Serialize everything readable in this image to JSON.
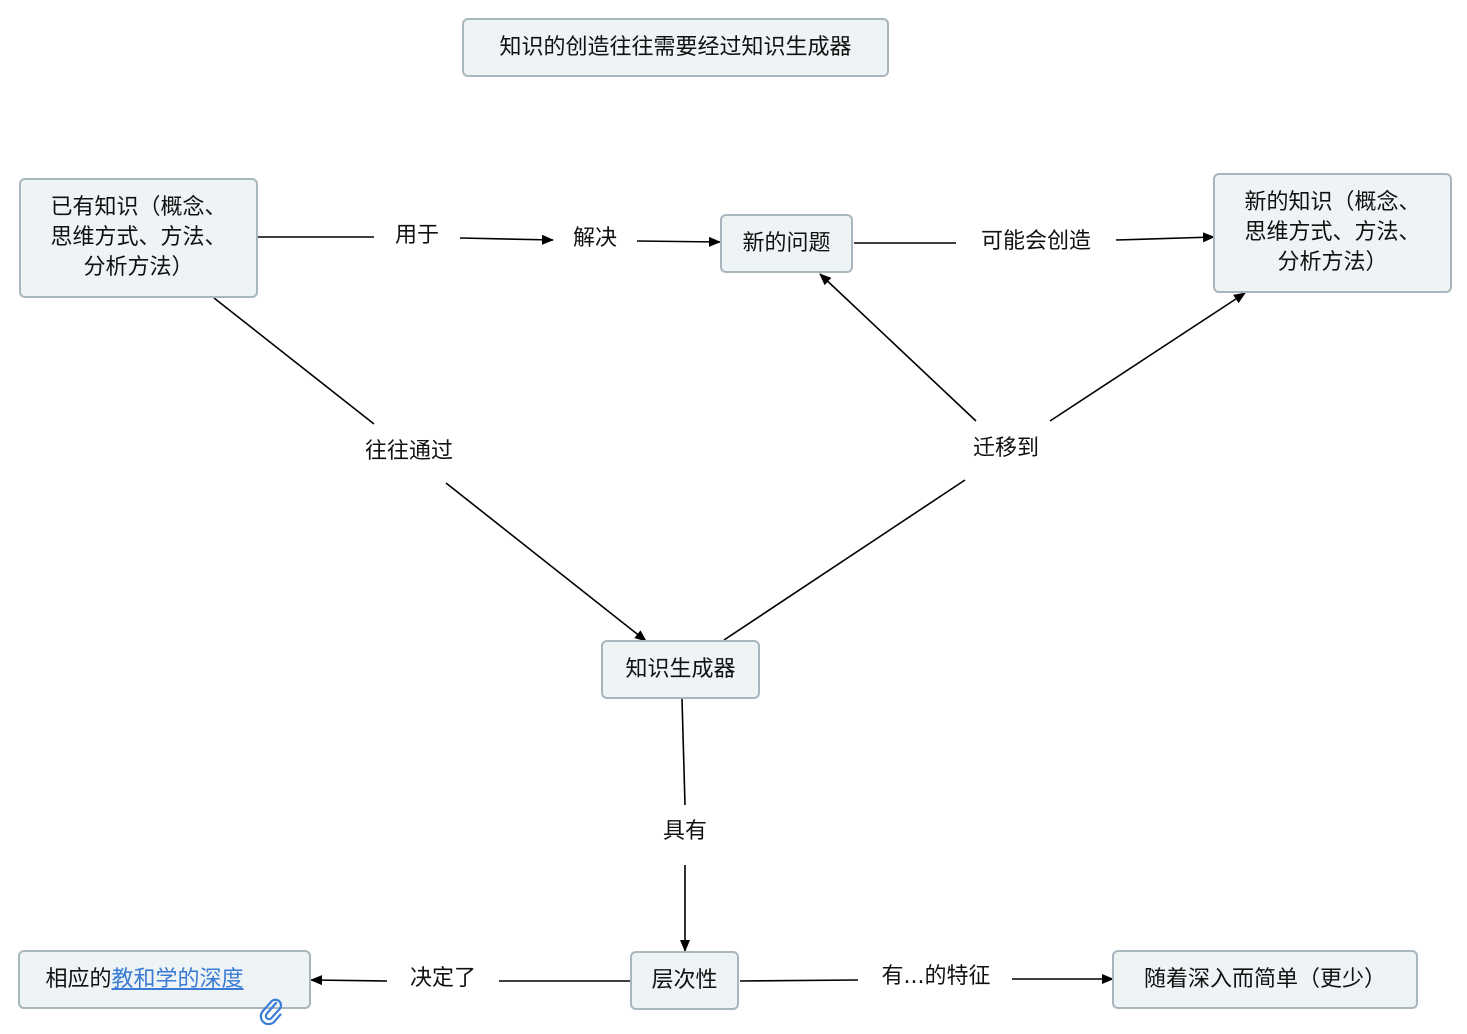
{
  "title": "知识的创造往往需要经过知识生成器",
  "nodes": {
    "existing_knowledge": "已有知识（概念、\n思维方式、方法、\n分析方法）",
    "new_problem": "新的问题",
    "new_knowledge": "新的知识（概念、\n思维方式、方法、\n分析方法）",
    "generator": "知识生成器",
    "hierarchy": "层次性",
    "teaching_plain": "相应的",
    "teaching_link": "教和学的深度",
    "simpler": "随着深入而简单（更少）"
  },
  "links": {
    "used_for": "用于",
    "solve": "解决",
    "may_create": "可能会创造",
    "often_through": "往往通过",
    "transfer_to": "迁移到",
    "has": "具有",
    "determines": "决定了",
    "feature": "有...的特征"
  },
  "icons": {
    "attachment": "paperclip-icon"
  },
  "colors": {
    "node_fill": "#eef3f5",
    "node_border": "#a9b6bd",
    "line": "#000000",
    "link_text": "#3a7bd5"
  }
}
